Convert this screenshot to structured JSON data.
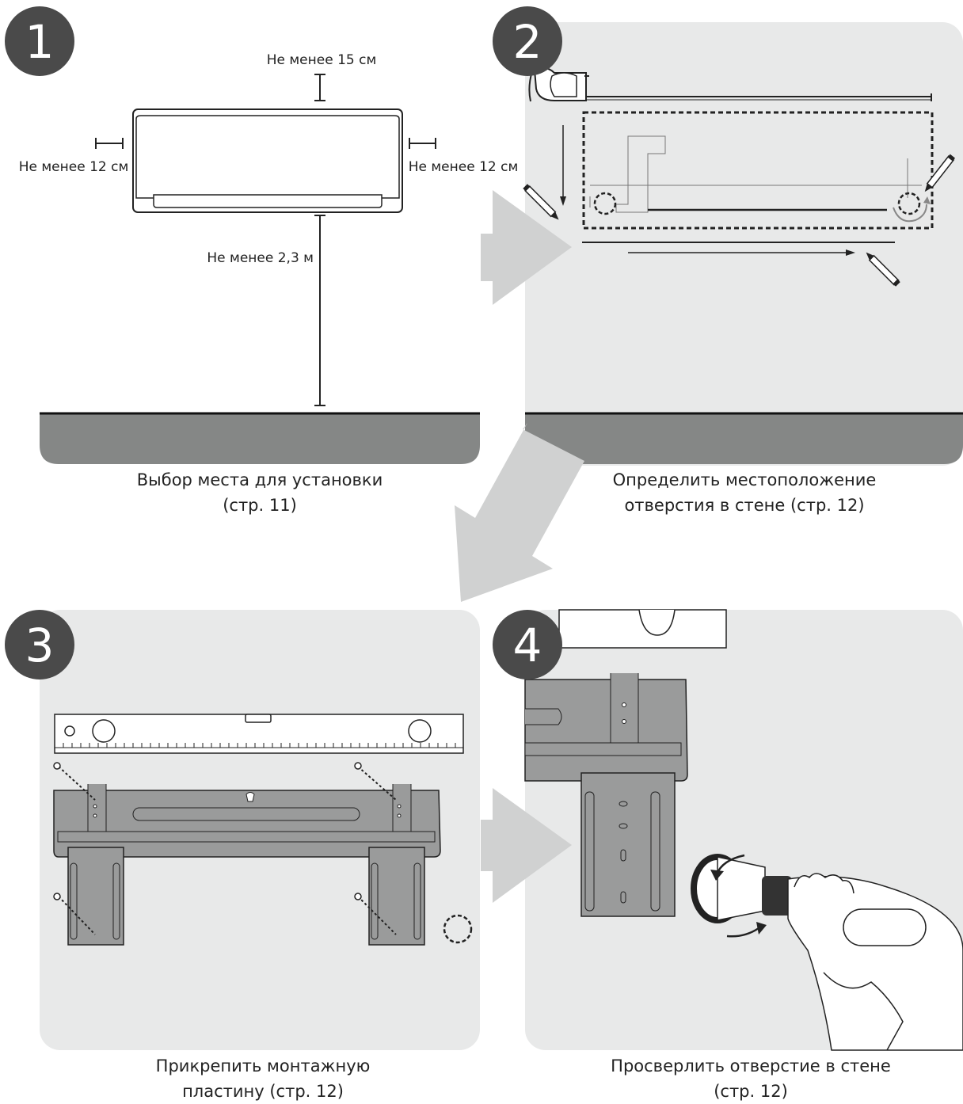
{
  "steps": [
    {
      "number": "1",
      "caption_line1": "Выбор места для установки",
      "caption_line2": "(стр. 11)",
      "labels": {
        "top": "Не менее 15 см",
        "left": "Не менее 12 см",
        "right": "Не менее 12 см",
        "bottom": "Не менее 2,3 м"
      }
    },
    {
      "number": "2",
      "caption_line1": "Определить местоположение",
      "caption_line2": "отверстия в стене (стр. 12)"
    },
    {
      "number": "3",
      "caption_line1": "Прикрепить монтажную",
      "caption_line2": "пластину (стр. 12)"
    },
    {
      "number": "4",
      "caption_line1": "Просверлить отверстие в стене",
      "caption_line2": "(стр. 12)"
    }
  ],
  "colors": {
    "badge": "#4a4a4a",
    "panel": "#e8e9e9",
    "floor": "#858786",
    "arrow": "#d0d1d1",
    "plate": "#9a9b9b"
  }
}
